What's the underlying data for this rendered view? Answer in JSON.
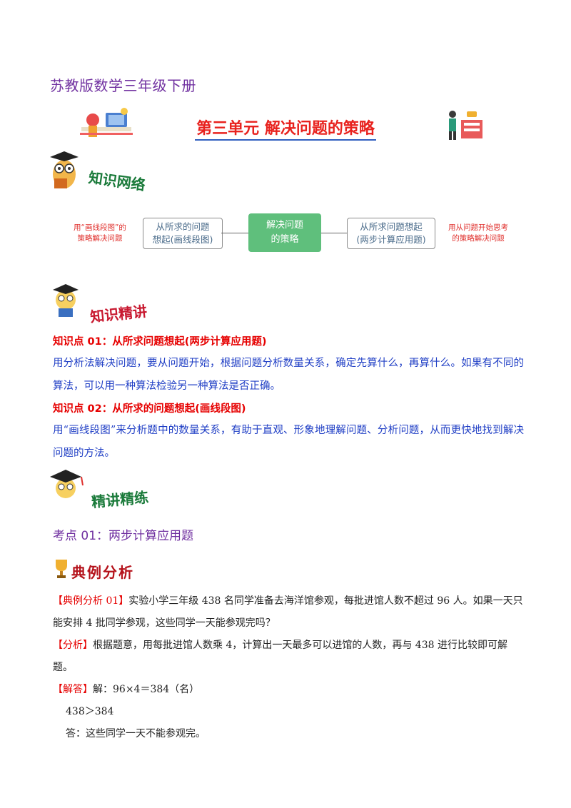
{
  "header": {
    "book_title": "苏教版数学三年级下册",
    "unit_title": "第三单元  解决问题的策略"
  },
  "banners": {
    "network": "知识网络",
    "points": "知识精讲",
    "practice": "精讲精练",
    "example": "典例分析"
  },
  "mindmap": {
    "center": "解决问题的策略",
    "center_lines": [
      "解决问题",
      "的策略"
    ],
    "left_box": [
      "从所求的问题",
      "想起(画线段图)"
    ],
    "right_box": [
      "从所求问题想起",
      "(两步计算应用题)"
    ],
    "left_note": [
      "用“画线段图”的",
      "策略解决问题"
    ],
    "right_note": [
      "用从问题开始思考",
      "的策略解决问题"
    ]
  },
  "knowledge": {
    "kp1_title": "知识点 01：从所求问题想起(两步计算应用题)",
    "kp1_text": "用分析法解决问题，要从问题开始，根据问题分析数量关系，确定先算什么，再算什么。如果有不同的算法，可以用一种算法检验另一种算法是否正确。",
    "kp2_title": "知识点 02：从所求的问题想起(画线段图)",
    "kp2_text": "用“画线段图”来分析题中的数量关系，有助于直观、形象地理解问题、分析问题，从而更快地找到解决问题的方法。"
  },
  "practice": {
    "kaodian_title": "考点 01：两步计算应用题"
  },
  "example": {
    "q_tag": "【典例分析 01】",
    "q_text": "实验小学三年级 438 名同学准备去海洋馆参观，每批进馆人数不超过 96 人。如果一天只能安排 4 批同学参观，这些同学一天能参观完吗？",
    "analysis_tag": "【分析】",
    "analysis_text": "根据题意，用每批进馆人数乘 4，计算出一天最多可以进馆的人数，再与 438 进行比较即可解题。",
    "answer_tag": "【解答】",
    "answer_line1": "解：96×4＝384（名）",
    "answer_line2": "438＞384",
    "answer_line3": "答：这些同学一天不能参观完。"
  }
}
